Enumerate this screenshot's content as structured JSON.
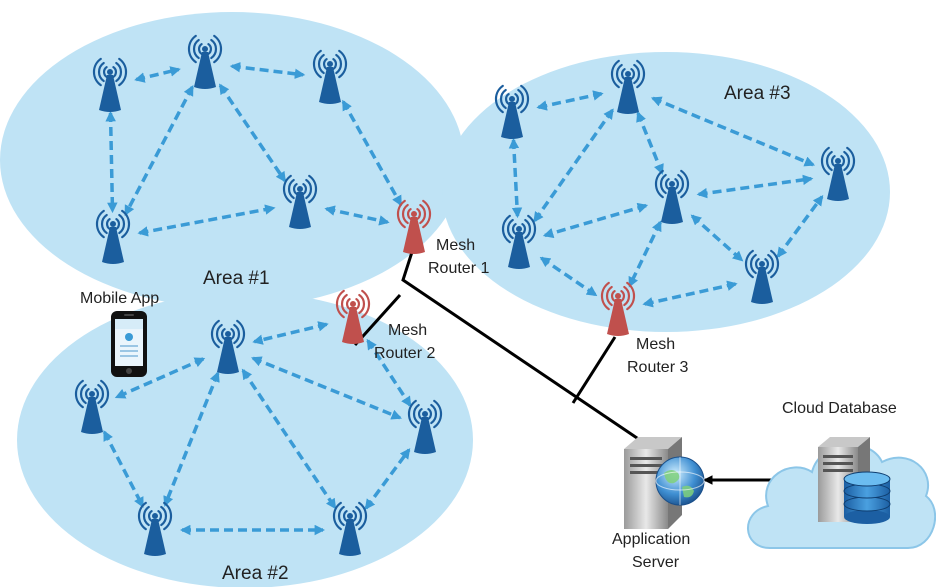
{
  "labels": {
    "area1": "Area #1",
    "area2": "Area #2",
    "area3": "Area #3",
    "mobile_app": "Mobile App",
    "router1": [
      "Mesh",
      "Router 1"
    ],
    "router2": [
      "Mesh",
      "Router 2"
    ],
    "router3": [
      "Mesh",
      "Router 3"
    ],
    "app_server": [
      "Application",
      "Server"
    ],
    "cloud_db": "Cloud Database"
  },
  "colors": {
    "area_fill": "#bfe3f5",
    "mesh_node": "#1b5e9e",
    "mesh_router": "#c0504d",
    "link_arrow": "#3a9bd6",
    "wired_link": "#000000",
    "text": "#222222"
  },
  "icons": {
    "node": "wireless-node-icon",
    "router": "mesh-router-icon",
    "phone": "mobile-phone-icon",
    "server": "application-server-icon",
    "cloud": "cloud-icon",
    "database": "database-icon"
  }
}
